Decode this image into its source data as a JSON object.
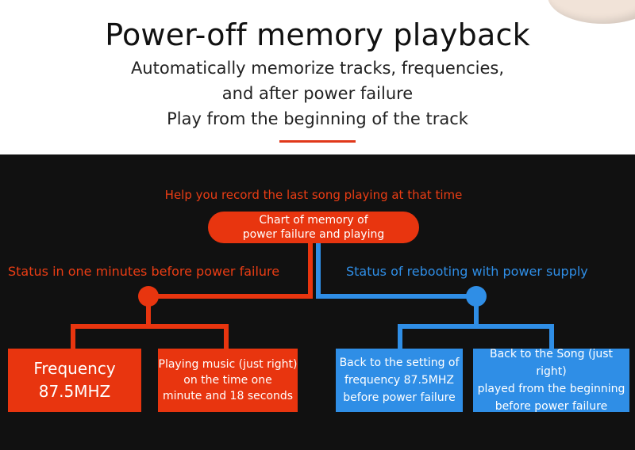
{
  "header": {
    "title": "Power-off memory playback",
    "subtitle_lines": [
      "Automatically memorize tracks, frequencies,",
      "and after power failure",
      "Play from the beginning of the track"
    ]
  },
  "diagram": {
    "help_text": "Help you record the last song playing at that time",
    "center_pill": [
      "Chart of memory of",
      "power failure and playing"
    ],
    "left_branch": {
      "status": "Status in one minutes before power failure",
      "boxes": [
        [
          "Frequency",
          "87.5MHZ"
        ],
        [
          "Playing music (just right)",
          "on the time one",
          "minute and 18 seconds"
        ]
      ]
    },
    "right_branch": {
      "status": "Status of rebooting with power supply",
      "boxes": [
        [
          "Back to the setting of",
          "frequency 87.5MHZ",
          "before power failure"
        ],
        [
          "Back to the Song (just right)",
          "played from the beginning",
          "before power failure"
        ]
      ]
    }
  },
  "colors": {
    "accent_red": "#e8350f",
    "accent_blue": "#2f8ee6",
    "dark_background": "#111111"
  }
}
